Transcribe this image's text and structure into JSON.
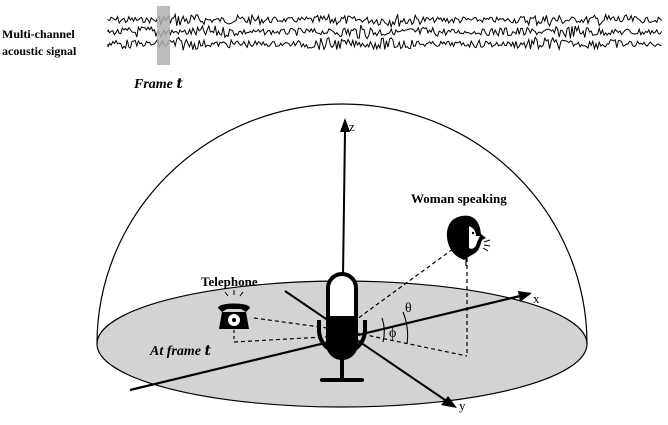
{
  "signal": {
    "label_line1": "Multi-channel",
    "label_line2": "acoustic signal",
    "frame_label_prefix": "Frame ",
    "frame_label_var": "t",
    "channels": 3
  },
  "scene": {
    "axes": {
      "z": "z",
      "x": "x",
      "y": "y"
    },
    "angles": {
      "elevation": "θ",
      "azimuth": "ϕ"
    },
    "sources": {
      "telephone": "Telephone",
      "speaker": "Woman speaking"
    },
    "frame_note_prefix": "At frame ",
    "frame_note_var": "t"
  },
  "colors": {
    "ink": "#000000",
    "floor": "#d3d3d3",
    "frame_highlight": "#b0b0b0"
  },
  "icons": [
    "telephone-icon",
    "woman-speaking-icon",
    "microphone-icon"
  ]
}
